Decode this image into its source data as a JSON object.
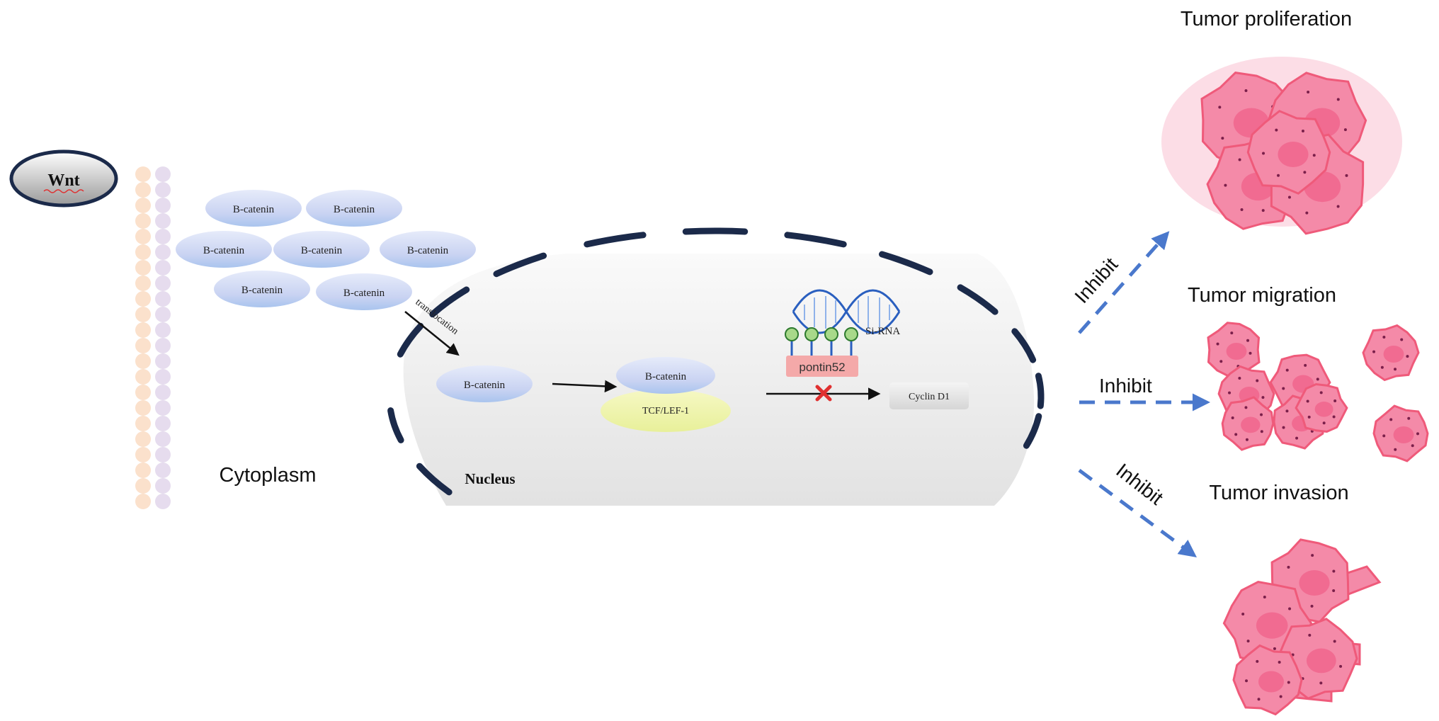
{
  "signals": {
    "wnt_label": "Wnt"
  },
  "cytoplasm": {
    "label": "Cytoplasm",
    "beta_catenin_cluster": [
      "B-catenin",
      "B-catenin",
      "B-catenin",
      "B-catenin",
      "B-catenin",
      "B-catenin",
      "B-catenin"
    ],
    "translocation_label": "translocation"
  },
  "nucleus": {
    "label": "Nucleus",
    "beta_catenin": "B-catenin",
    "complex_top": "B-catenin",
    "complex_bottom": "TCF/LEF-1",
    "sirna_label": "Si-RNA",
    "pontin_label": "pontin52",
    "cyclin_label": "Cyclin D1"
  },
  "outcomes": {
    "proliferation_title": "Tumor proliferation",
    "migration_title": "Tumor migration",
    "invasion_title": "Tumor invasion",
    "inhibit_1": "Inhibit",
    "inhibit_2": "Inhibit",
    "inhibit_3": "Inhibit"
  },
  "colors": {
    "nucleus_border": "#1b2a4a",
    "arrow_blue": "#4a78cc",
    "tumor_pink": "#f48aa8",
    "tumor_outline": "#ef5a7a",
    "inhibit_red": "#e03030"
  }
}
